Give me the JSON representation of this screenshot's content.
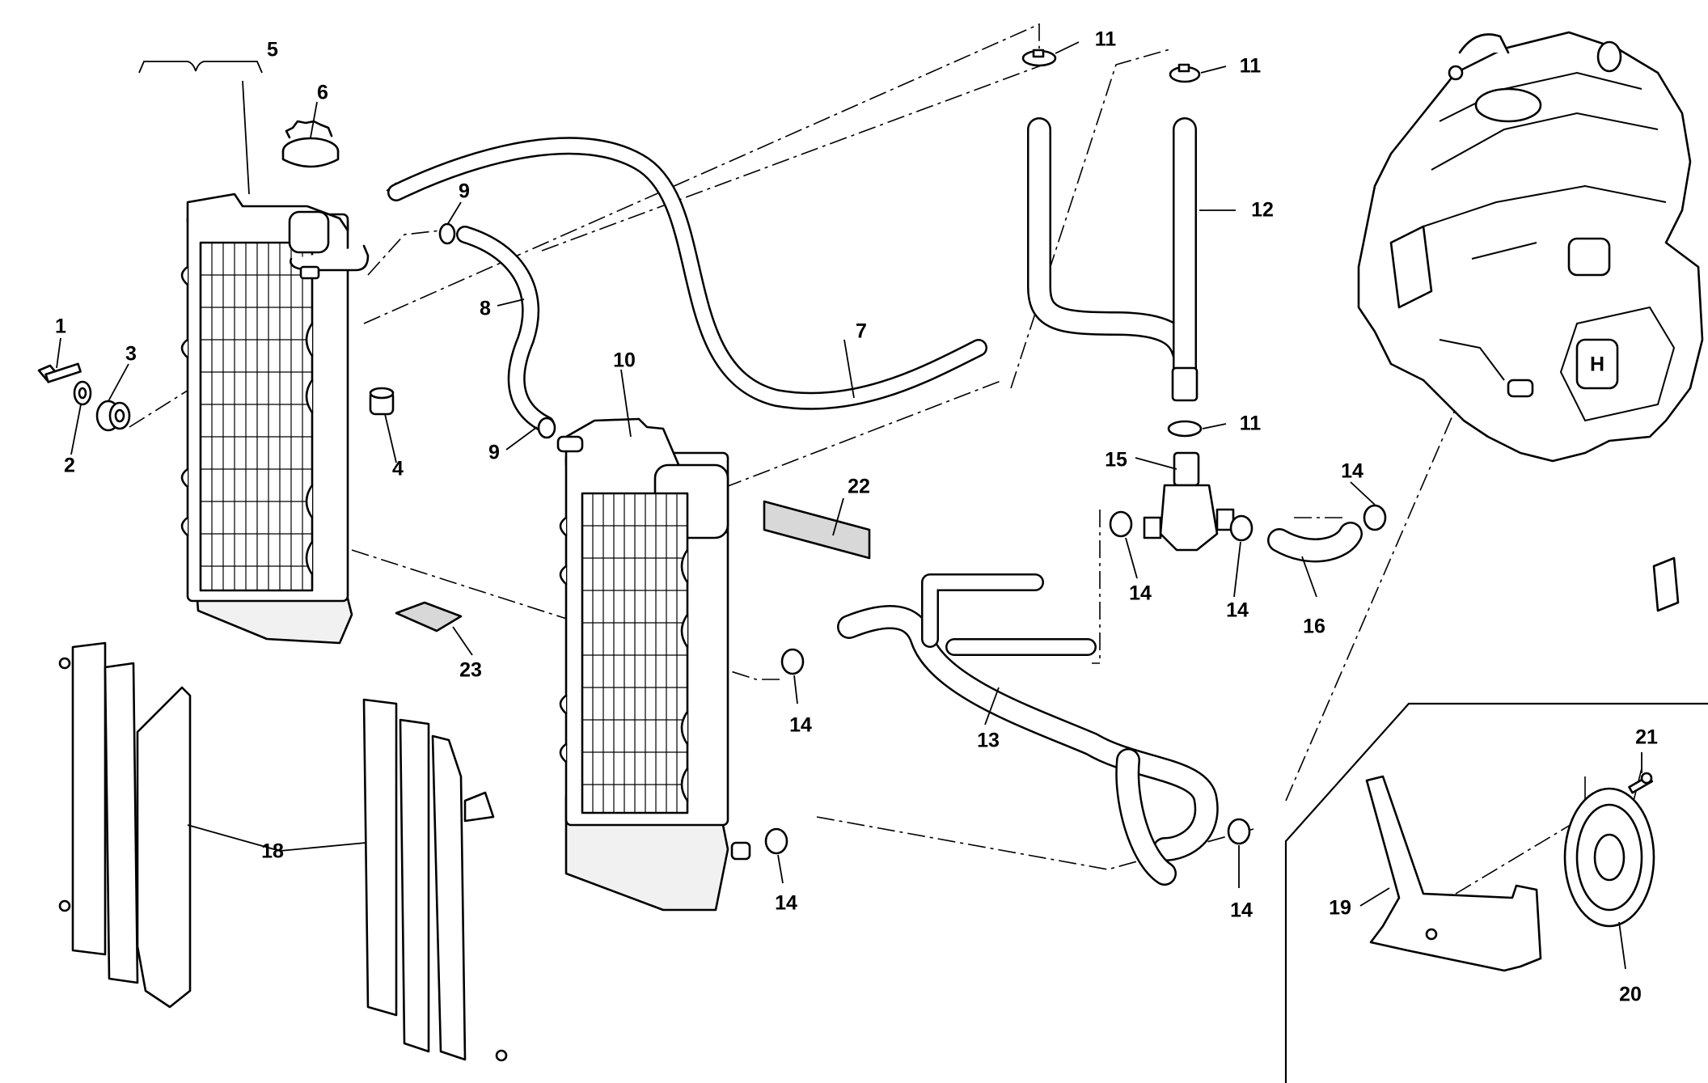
{
  "diagram": {
    "callouts": [
      {
        "id": "c1",
        "label": "1"
      },
      {
        "id": "c2",
        "label": "2"
      },
      {
        "id": "c3",
        "label": "3"
      },
      {
        "id": "c4",
        "label": "4"
      },
      {
        "id": "c5",
        "label": "5"
      },
      {
        "id": "c6",
        "label": "6"
      },
      {
        "id": "c7",
        "label": "7"
      },
      {
        "id": "c8",
        "label": "8"
      },
      {
        "id": "c9a",
        "label": "9"
      },
      {
        "id": "c9b",
        "label": "9"
      },
      {
        "id": "c10",
        "label": "10"
      },
      {
        "id": "c11a",
        "label": "11"
      },
      {
        "id": "c11b",
        "label": "11"
      },
      {
        "id": "c11c",
        "label": "11"
      },
      {
        "id": "c12",
        "label": "12"
      },
      {
        "id": "c13",
        "label": "13"
      },
      {
        "id": "c14a",
        "label": "14"
      },
      {
        "id": "c14b",
        "label": "14"
      },
      {
        "id": "c14c",
        "label": "14"
      },
      {
        "id": "c14d",
        "label": "14"
      },
      {
        "id": "c14e",
        "label": "14"
      },
      {
        "id": "c14f",
        "label": "14"
      },
      {
        "id": "c15",
        "label": "15"
      },
      {
        "id": "c16",
        "label": "16"
      },
      {
        "id": "c18",
        "label": "18"
      },
      {
        "id": "c19",
        "label": "19"
      },
      {
        "id": "c20",
        "label": "20"
      },
      {
        "id": "c21",
        "label": "21"
      },
      {
        "id": "c22",
        "label": "22"
      },
      {
        "id": "c23",
        "label": "23"
      }
    ],
    "engine_logo": "H"
  }
}
